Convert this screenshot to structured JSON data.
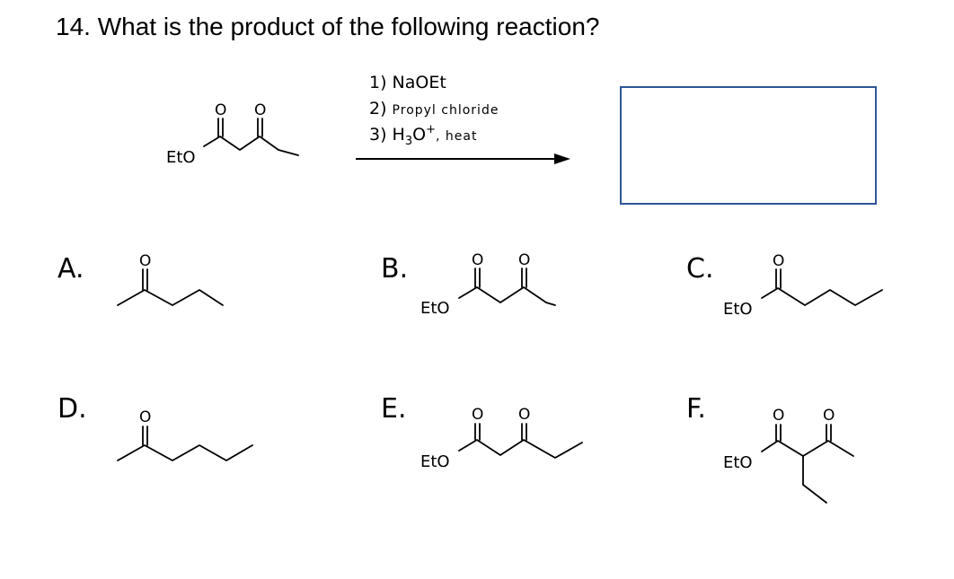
{
  "question": {
    "title": "14. What is the product of the following reaction?"
  },
  "reactant": {
    "ester_label": "EtO",
    "oxygen_label": "O"
  },
  "conditions": {
    "step1_prefix": "1) ",
    "step1_reagent": "NaOEt",
    "step2_prefix": "2) ",
    "step2_reagent": "Propyl chloride",
    "step3_prefix": "3) H",
    "step3_sub": "3",
    "step3_o": "O",
    "step3_sup": "+",
    "step3_suffix": ", heat"
  },
  "answer_box": {
    "border_color": "#2e5597"
  },
  "options": [
    {
      "letter": "A.",
      "ester_label": ""
    },
    {
      "letter": "B.",
      "ester_label": "EtO"
    },
    {
      "letter": "C.",
      "ester_label": "EtO"
    },
    {
      "letter": "D.",
      "ester_label": ""
    },
    {
      "letter": "E.",
      "ester_label": "EtO"
    },
    {
      "letter": "F.",
      "ester_label": "EtO"
    }
  ],
  "atom_label_o": "O"
}
